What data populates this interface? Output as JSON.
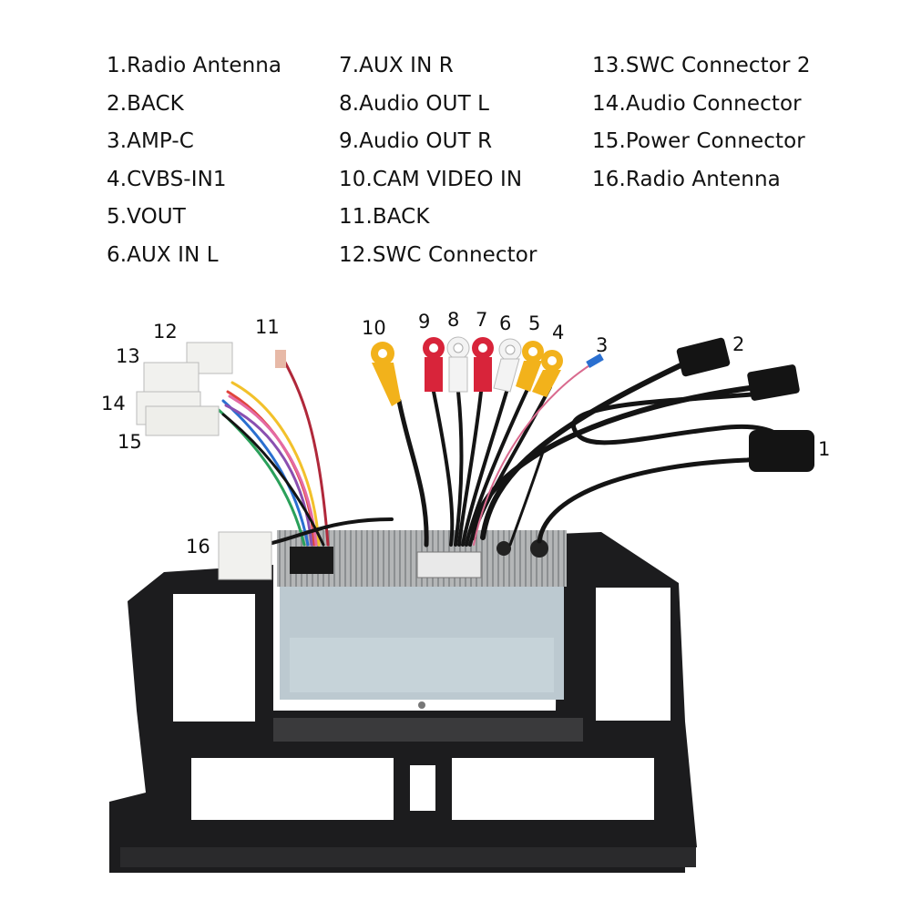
{
  "legend": {
    "column_1": [
      "1.Radio Antenna",
      "2.BACK",
      "3.AMP-C",
      "4.CVBS-IN1",
      "5.VOUT",
      "6.AUX IN L"
    ],
    "column_2": [
      "7.AUX IN R",
      "8.Audio OUT L",
      "9.Audio OUT R",
      "10.CAM VIDEO IN",
      "11.BACK",
      "12.SWC Connector"
    ],
    "column_3": [
      "13.SWC Connector 2",
      "14.Audio Connector",
      "15.Power Connector",
      "16.Radio Antenna"
    ]
  },
  "callouts": {
    "c1": "1",
    "c2": "2",
    "c3": "3",
    "c4": "4",
    "c5": "5",
    "c6": "6",
    "c7": "7",
    "c8": "8",
    "c9": "9",
    "c10": "10",
    "c11": "11",
    "c12": "12",
    "c13": "13",
    "c14": "14",
    "c15": "15",
    "c16": "16"
  },
  "colors": {
    "frame": "#1c1c1e",
    "unit_body": "#bcc9d0",
    "unit_top": "#a9abac",
    "rca_yellow": "#f2b21b",
    "rca_red": "#d8243a",
    "rca_white": "#f3f3f3",
    "cable": "#141414",
    "connector": "#f1f1ee"
  }
}
